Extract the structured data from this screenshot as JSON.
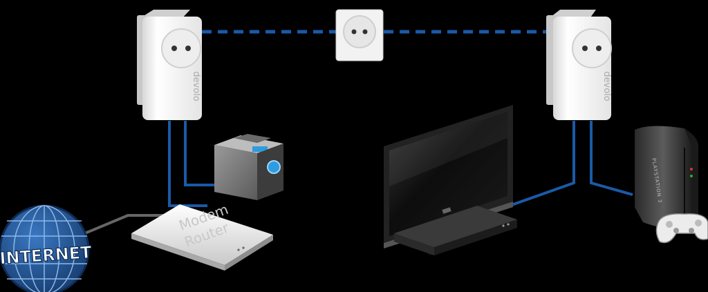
{
  "labels": {
    "internet": "INTERNET",
    "modem_line1": "Modem",
    "modem_line2": "Router",
    "brand_left": "devolo",
    "brand_right": "devolo",
    "console_brand": "PLAYSTATION 3"
  },
  "colors": {
    "background": "#000000",
    "powerline_blue": "#1a5aa8",
    "cable_grey": "#555555",
    "globe_blue": "#1f4f8f",
    "adapter_white": "#f4f4f4"
  },
  "icons": [
    "globe-icon",
    "router-icon",
    "nas-icon",
    "powerline-adapter-icon",
    "wall-socket-icon",
    "tv-icon",
    "dvd-player-icon",
    "game-console-icon",
    "gamepad-icon"
  ]
}
